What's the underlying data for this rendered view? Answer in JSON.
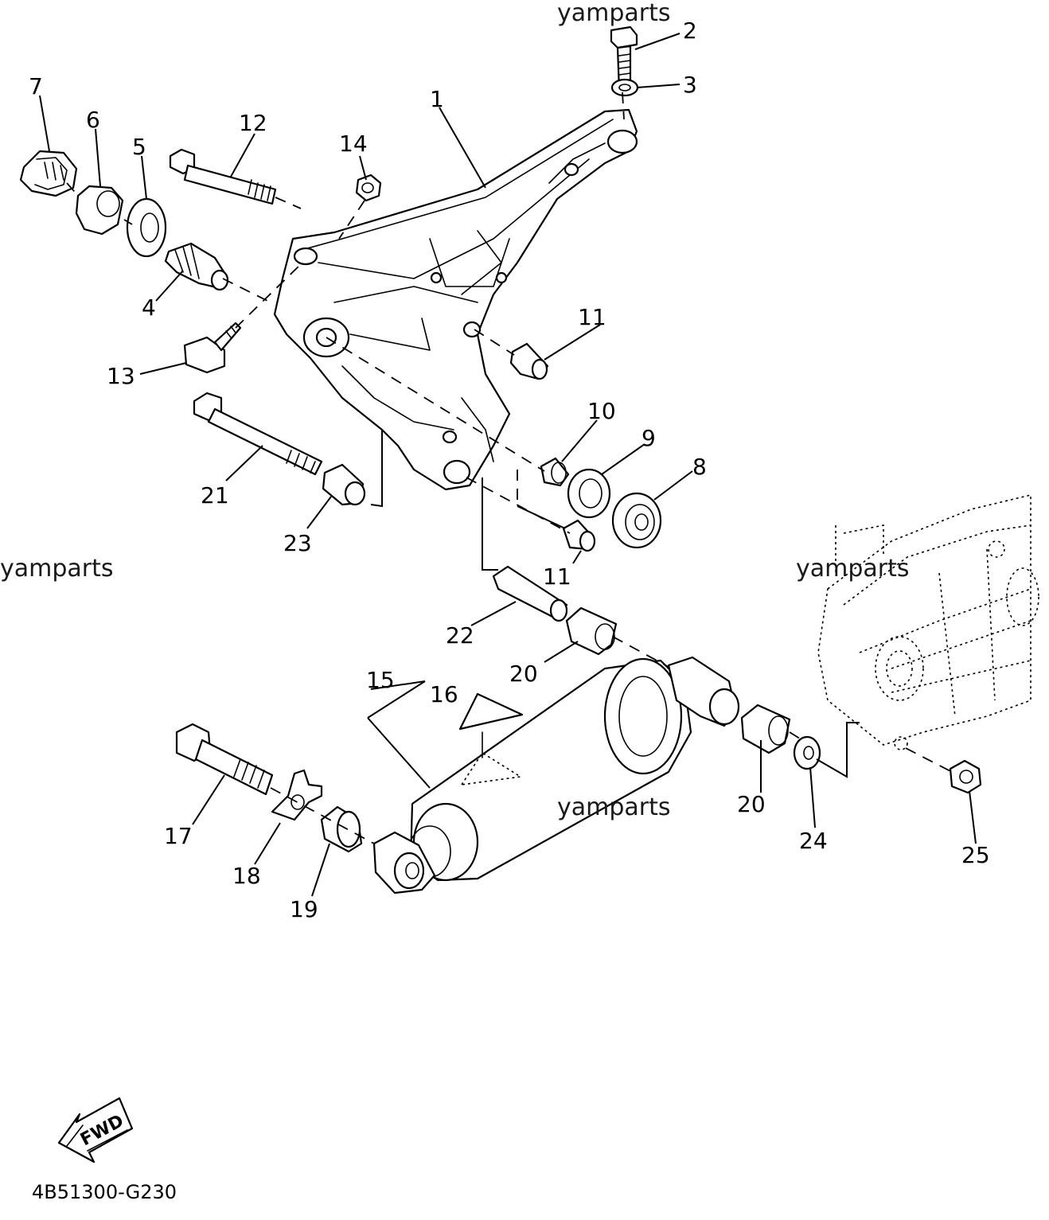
{
  "watermarks": [
    "yamparts",
    "yamparts",
    "yamparts",
    "yamparts"
  ],
  "callouts": [
    "1",
    "2",
    "3",
    "4",
    "5",
    "6",
    "7",
    "8",
    "9",
    "10",
    "11",
    "11",
    "12",
    "13",
    "14",
    "15",
    "16",
    "17",
    "18",
    "19",
    "20",
    "20",
    "21",
    "22",
    "23",
    "24",
    "25"
  ],
  "fwd_label": "FWD",
  "diagram_code": "4B51300-G230",
  "colors": {
    "line": "#000000",
    "background": "#ffffff"
  }
}
